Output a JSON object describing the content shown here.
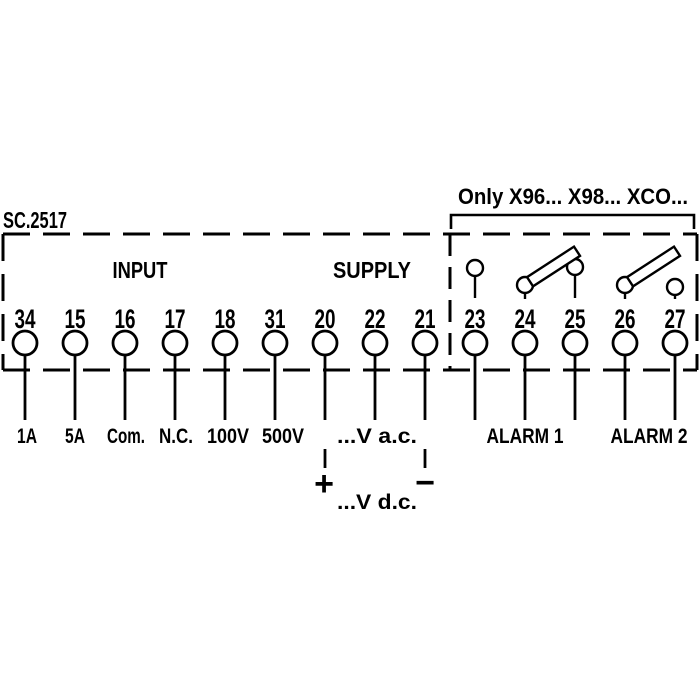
{
  "diagram": {
    "device_code": "SC.2517",
    "variant_note": "Only X96... X98... XCO...",
    "section_labels": {
      "input": "INPUT",
      "supply": "SUPPLY"
    },
    "terminals": [
      {
        "number": "34",
        "label": "1A"
      },
      {
        "number": "15",
        "label": "5A"
      },
      {
        "number": "16",
        "label": "Com."
      },
      {
        "number": "17",
        "label": "N.C."
      },
      {
        "number": "18",
        "label": "100V"
      },
      {
        "number": "31",
        "label": "500V"
      },
      {
        "number": "20"
      },
      {
        "number": "22"
      },
      {
        "number": "21"
      },
      {
        "number": "23"
      },
      {
        "number": "24"
      },
      {
        "number": "25"
      },
      {
        "number": "26"
      },
      {
        "number": "27"
      }
    ],
    "supply_wiring": {
      "ac_label": "...V a.c.",
      "dc_label": "...V d.c.",
      "positive": "+",
      "negative": "−"
    },
    "alarm_labels": [
      "ALARM 1",
      "ALARM 2"
    ],
    "colors": {
      "line": "#000000",
      "background": "#ffffff"
    }
  }
}
